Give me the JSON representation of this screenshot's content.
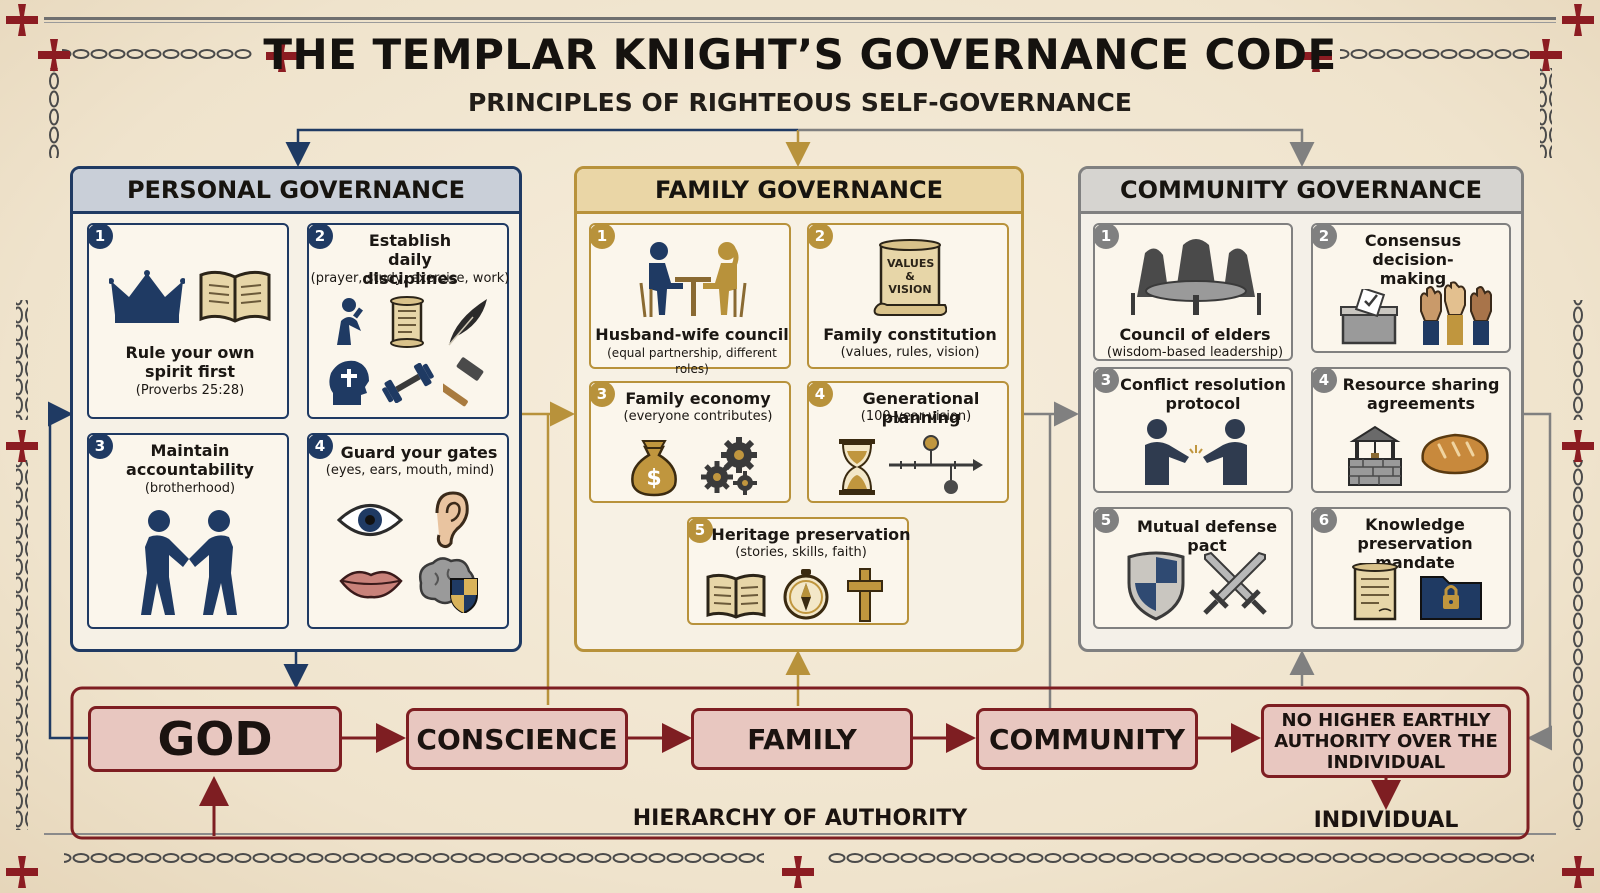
{
  "title": "THE TEMPLAR KNIGHT’S GOVERNANCE CODE",
  "subtitle": "PRINCIPLES OF RIGHTEOUS SELF-GOVERNANCE",
  "colors": {
    "personal": "#1f3a63",
    "family": "#b8923b",
    "community": "#808080",
    "hierarchy": "#7e1e22"
  },
  "personal": {
    "heading": "PERSONAL GOVERNANCE",
    "cards": [
      {
        "num": "1",
        "title": "Rule your own spirit first",
        "sub": "(Proverbs 25:28)",
        "icons": [
          "crown-icon",
          "open-book-icon"
        ]
      },
      {
        "num": "2",
        "title": "Establish daily disciplines",
        "sub": "(prayer, study, exercise, work)",
        "icons": [
          "praying-figure-icon",
          "scroll-icon",
          "quill-icon",
          "mind-cross-icon",
          "dumbbell-icon",
          "hammer-icon"
        ]
      },
      {
        "num": "3",
        "title": "Maintain accountability",
        "sub": "(brotherhood)",
        "icons": [
          "handshake-figures-icon"
        ]
      },
      {
        "num": "4",
        "title": "Guard your gates",
        "sub": "(eyes, ears, mouth, mind)",
        "icons": [
          "eye-icon",
          "ear-icon",
          "lips-icon",
          "brain-shield-icon"
        ]
      }
    ]
  },
  "family": {
    "heading": "FAMILY GOVERNANCE",
    "cards": [
      {
        "num": "1",
        "title": "Husband-wife council",
        "sub": "(equal partnership, different roles)",
        "icons": [
          "couple-at-table-icon"
        ]
      },
      {
        "num": "2",
        "title": "Family constitution",
        "sub": "(values, rules, vision)",
        "scroll_text": "VALUES & VISION",
        "icons": [
          "constitution-scroll-icon"
        ]
      },
      {
        "num": "3",
        "title": "Family economy",
        "sub": "(everyone contributes)",
        "icons": [
          "money-bag-icon",
          "gears-icon"
        ]
      },
      {
        "num": "4",
        "title": "Generational planning",
        "sub": "(100-year vision)",
        "icons": [
          "hourglass-icon",
          "timeline-icon"
        ]
      },
      {
        "num": "5",
        "title": "Heritage preservation",
        "sub": "(stories, skills, faith)",
        "icons": [
          "book-icon",
          "compass-icon",
          "cross-icon"
        ]
      }
    ]
  },
  "community": {
    "heading": "COMMUNITY GOVERNANCE",
    "cards": [
      {
        "num": "1",
        "title": "Council of elders",
        "sub": "(wisdom-based leadership)",
        "icons": [
          "hooded-council-icon"
        ]
      },
      {
        "num": "2",
        "title": "Consensus decision-making",
        "sub": "",
        "icons": [
          "ballot-box-icon",
          "raised-hands-icon"
        ]
      },
      {
        "num": "3",
        "title": "Conflict resolution protocol",
        "sub": "",
        "icons": [
          "reconcile-figures-icon"
        ]
      },
      {
        "num": "4",
        "title": "Resource sharing agreements",
        "sub": "",
        "icons": [
          "well-icon",
          "bread-icon"
        ]
      },
      {
        "num": "5",
        "title": "Mutual defense pact",
        "sub": "",
        "icons": [
          "shield-icon",
          "crossed-swords-icon"
        ]
      },
      {
        "num": "6",
        "title": "Knowledge preservation mandate",
        "sub": "",
        "icons": [
          "document-icon",
          "locked-folder-icon"
        ]
      }
    ]
  },
  "hierarchy": {
    "label": "HIERARCHY OF AUTHORITY",
    "nodes": [
      "GOD",
      "CONSCIENCE",
      "FAMILY",
      "COMMUNITY",
      "NO HIGHER EARTHLY AUTHORITY OVER THE INDIVIDUAL"
    ],
    "individual": "INDIVIDUAL"
  }
}
